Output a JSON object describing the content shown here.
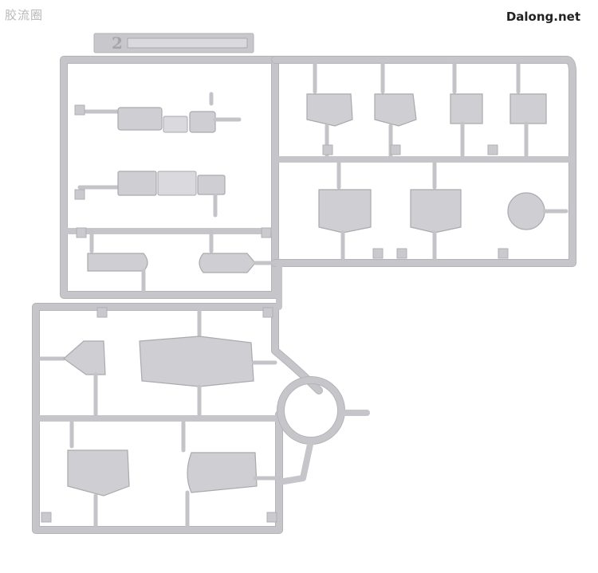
{
  "watermark_left": "胶流圈",
  "watermark_right": "Dalong.net",
  "sprue_plate": {
    "label": "2"
  }
}
